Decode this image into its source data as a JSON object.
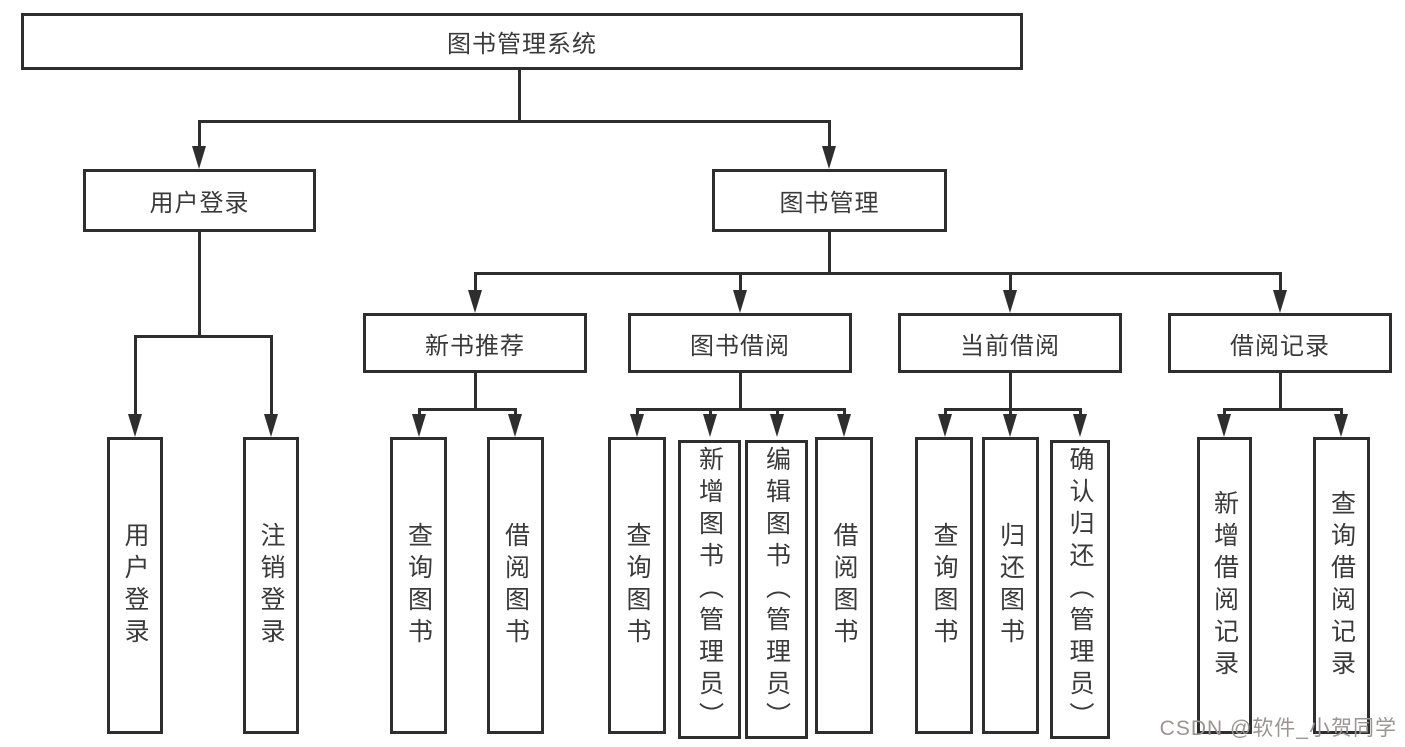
{
  "root": {
    "label": "图书管理系统"
  },
  "level2": {
    "user_login": {
      "label": "用户登录",
      "children": [
        "用户登录",
        "注销登录"
      ]
    },
    "book_mgmt": {
      "label": "图书管理"
    }
  },
  "level3": {
    "new_books": {
      "label": "新书推荐",
      "children": [
        "查询图书",
        "借阅图书"
      ]
    },
    "borrowing": {
      "label": "图书借阅",
      "children": [
        "查询图书",
        "新增图书（管理员）",
        "编辑图书（管理员）",
        "借阅图书"
      ]
    },
    "current": {
      "label": "当前借阅",
      "children": [
        "查询图书",
        "归还图书",
        "确认归还（管理员）"
      ]
    },
    "records": {
      "label": "借阅记录",
      "children": [
        "新增借阅记录",
        "查询借阅记录"
      ]
    }
  },
  "watermark": {
    "text": "CSDN @软件_小贺同学"
  },
  "colors": {
    "box_border": "#2e2e2e",
    "connector": "#2e2e2e",
    "label_text": "#3a3a3a",
    "watermark_text": "#9c9494",
    "background": "#ffffff"
  }
}
